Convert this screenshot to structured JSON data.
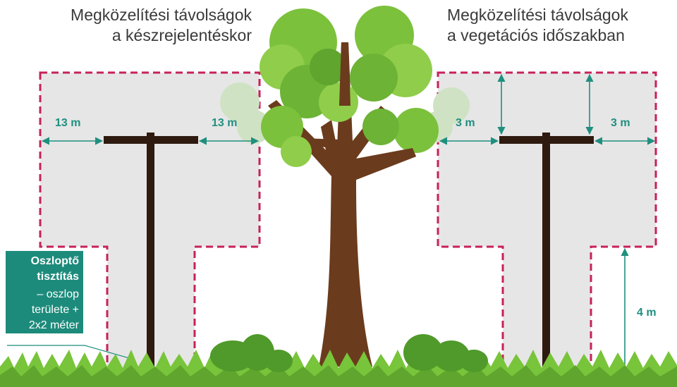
{
  "titles": {
    "left_line1": "Megközelítési távolságok",
    "left_line2": "a készrejelentéskor",
    "right_line1": "Megközelítési távolságok",
    "right_line2": "a vegetációs időszakban"
  },
  "dimensions": {
    "left_a": "13 m",
    "left_b": "13 m",
    "right_a": "3 m",
    "right_b": "3 m",
    "height": "4 m"
  },
  "legend": {
    "heading_line1": "Oszloptő",
    "heading_line2": "tisztítás",
    "body_line1": "– oszlop",
    "body_line2": "területe +",
    "body_line3": "2x2 méter"
  },
  "colors": {
    "zone_fill": "#e6e6e6",
    "zone_border": "#c8215a",
    "arrow": "#1f8f7f",
    "pole": "#2e1a0f",
    "trunk": "#6b3b1d",
    "foliage": "#6dbb2e",
    "grass": "#78c43a"
  }
}
